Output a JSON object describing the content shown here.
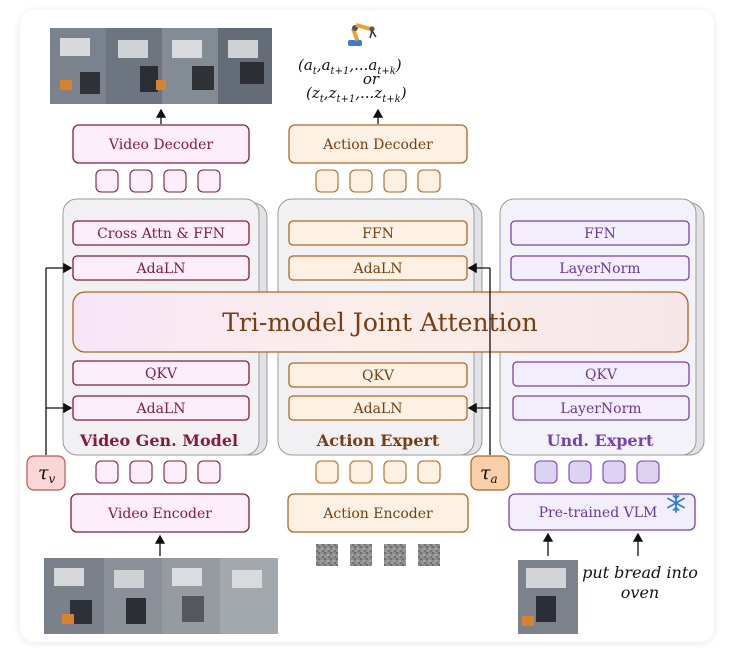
{
  "video_model": {
    "title": "Video Gen. Model",
    "cross_attn": "Cross Attn & FFN",
    "adaln_top": "AdaLN",
    "qkv": "QKV",
    "adaln_bottom": "AdaLN",
    "encoder": "Video Encoder",
    "decoder": "Video Decoder",
    "tau": "τ",
    "tau_sub": "v"
  },
  "action_expert": {
    "title": "Action Expert",
    "ffn": "FFN",
    "adaln_top": "AdaLN",
    "qkv": "QKV",
    "adaln_bottom": "AdaLN",
    "encoder": "Action Encoder",
    "decoder": "Action Decoder",
    "tau": "τ",
    "tau_sub": "a"
  },
  "und_expert": {
    "title": "Und. Expert",
    "ffn": "FFN",
    "layernorm_top": "LayerNorm",
    "qkv": "QKV",
    "layernorm_bottom": "LayerNorm",
    "vlm": "Pre-trained VLM"
  },
  "joint_attention": "Tri-model Joint Attention",
  "output": {
    "line1": "(a_t, a_{t+1}, ... a_{t+k})",
    "or": "or",
    "line2": "(z_t, z_{t+1}, ... z_{t+k})"
  },
  "instruction_line1": "put bread into",
  "instruction_line2": "oven",
  "colors": {
    "video": "#8b1a3a",
    "video_fill": "#fdeefb",
    "action": "#b5651d",
    "action_fill": "#fdf1e4",
    "und": "#7a3fb8",
    "und_fill": "#f3eefc",
    "tau_v_fill": "#fbd6d6",
    "tau_a_fill": "#f8cfa6",
    "joint_border": "#b5651d"
  },
  "icons": [
    "robot-arm-icon",
    "snowflake-icon"
  ]
}
